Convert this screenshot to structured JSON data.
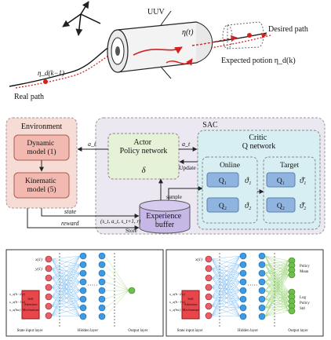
{
  "top": {
    "uuv_label": "UUV",
    "eta_t": "η(t)",
    "eta_k_minus_1": "η_d(k−1)",
    "desired_path": "Desired path",
    "expected_position": "Expected potion η_d(k)",
    "real_path": "Real path"
  },
  "middle": {
    "environment_title": "Environment",
    "dynamic_model": "Dynamic\nmodel (1)",
    "kinematic_model": "Kinematic\nmodel (5)",
    "sac_title": "SAC",
    "actor_title": "Actor\nPolicy network",
    "actor_symbol": "δ",
    "critic_title": "Critic\nQ network",
    "online_title": "Online",
    "target_title": "Target",
    "q1": "Q₁",
    "q2": "Q₂",
    "theta1": "ϑ₁",
    "theta2": "ϑ₂",
    "theta1_bar": "ϑ̄₁",
    "theta2_bar": "ϑ̄₂",
    "exp_buffer": "Experience\nbuffer",
    "sample_label": "sample",
    "store_label": "Store",
    "tuple_label": "(s_t, a_t, s_t+1, r)",
    "state_label": "state",
    "reward_label": "reward",
    "update_label": "Update",
    "a_t_left": "a_t",
    "a_t_right": "a_t"
  },
  "bottom": {
    "left_inputs": [
      "x(1)",
      "y(1)",
      "s_x(h−2w)",
      "s_x(h−1w)",
      "s_x(hw)"
    ],
    "right_inputs": [
      "x(1)",
      "s_x(h−2w)",
      "s_x(h−1w)",
      "s_x(hw)"
    ],
    "attention_label": "Self\nAttention\nMechanism",
    "state_input_layer": "State input layer",
    "hidden_layer": "Hidden layer",
    "output_layer": "Output layer",
    "policy_mean": "Policy\nMean",
    "log_policy_std": "Log\nPolicy\nStd"
  },
  "colors": {
    "env_fill": "#f7dcd6",
    "env_box": "#f1b9b0",
    "sac_fill": "#ece8f2",
    "actor_fill": "#e6f2d8",
    "critic_fill": "#d7eff2",
    "q_fill": "#8fb4e0",
    "buffer_fill": "#c6b7e6",
    "node_red": "#e8606a",
    "node_blue": "#3d9be6",
    "node_green": "#6dc04a",
    "attention_red": "#e8464a"
  }
}
